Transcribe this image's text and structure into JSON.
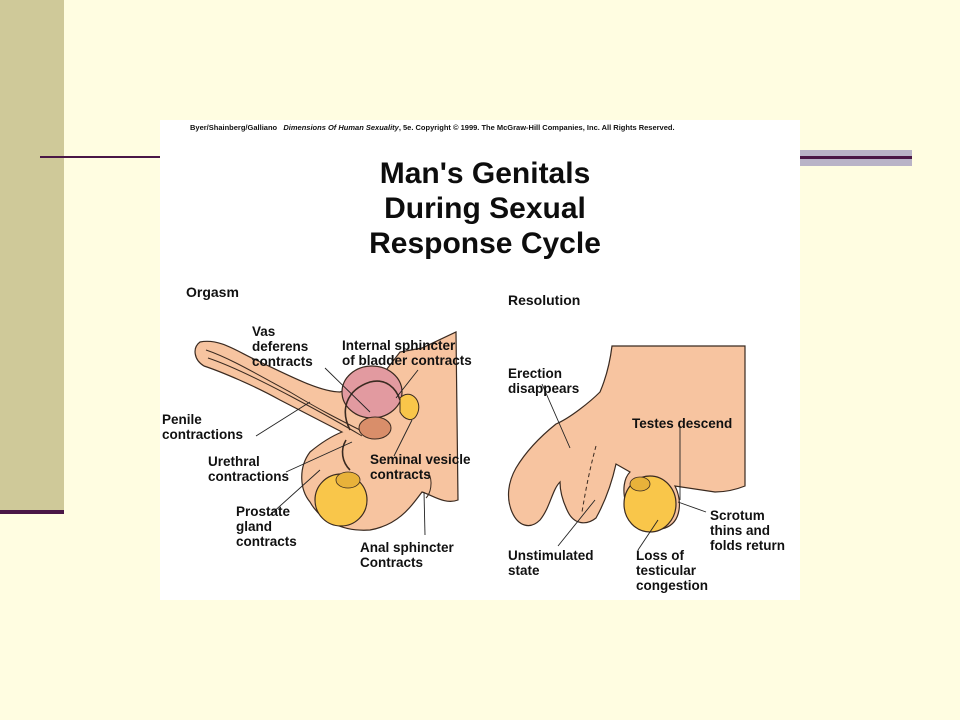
{
  "copyright": {
    "authors": "Byer/Shainberg/Galliano",
    "book": "Dimensions Of Human Sexuality",
    "rest": ", 5e. Copyright © 1999. The McGraw-Hill Companies, Inc. All Rights Reserved."
  },
  "title_lines": [
    "Man's Genitals",
    "During Sexual",
    "Response Cycle"
  ],
  "sections": {
    "left": "Orgasm",
    "right": "Resolution"
  },
  "labels": {
    "vas": [
      "Vas",
      "deferens",
      "contracts"
    ],
    "internal": [
      "Internal sphincter",
      "of bladder contracts"
    ],
    "penile": [
      "Penile",
      "contractions"
    ],
    "urethral": [
      "Urethral",
      "contractions"
    ],
    "seminal": [
      "Seminal vesicle",
      "contracts"
    ],
    "prostate": [
      "Prostate",
      "gland",
      "contracts"
    ],
    "anal": [
      "Anal sphincter",
      "Contracts"
    ],
    "erection": [
      "Erection",
      "disappears"
    ],
    "testes": [
      "Testes descend"
    ],
    "scrotum": [
      "Scrotum",
      "thins and",
      "folds return"
    ],
    "unstim": [
      "Unstimulated",
      "state"
    ],
    "loss": [
      "Loss of",
      "testicular",
      "congestion"
    ]
  },
  "colors": {
    "background": "#FFFDE1",
    "side_band": "#CFC999",
    "accent_rule": "#4A1746",
    "skin": "#F7C4A0",
    "bladder": "#E29AA0",
    "testis": "#F9C64A",
    "prostate": "#D98E6A"
  }
}
